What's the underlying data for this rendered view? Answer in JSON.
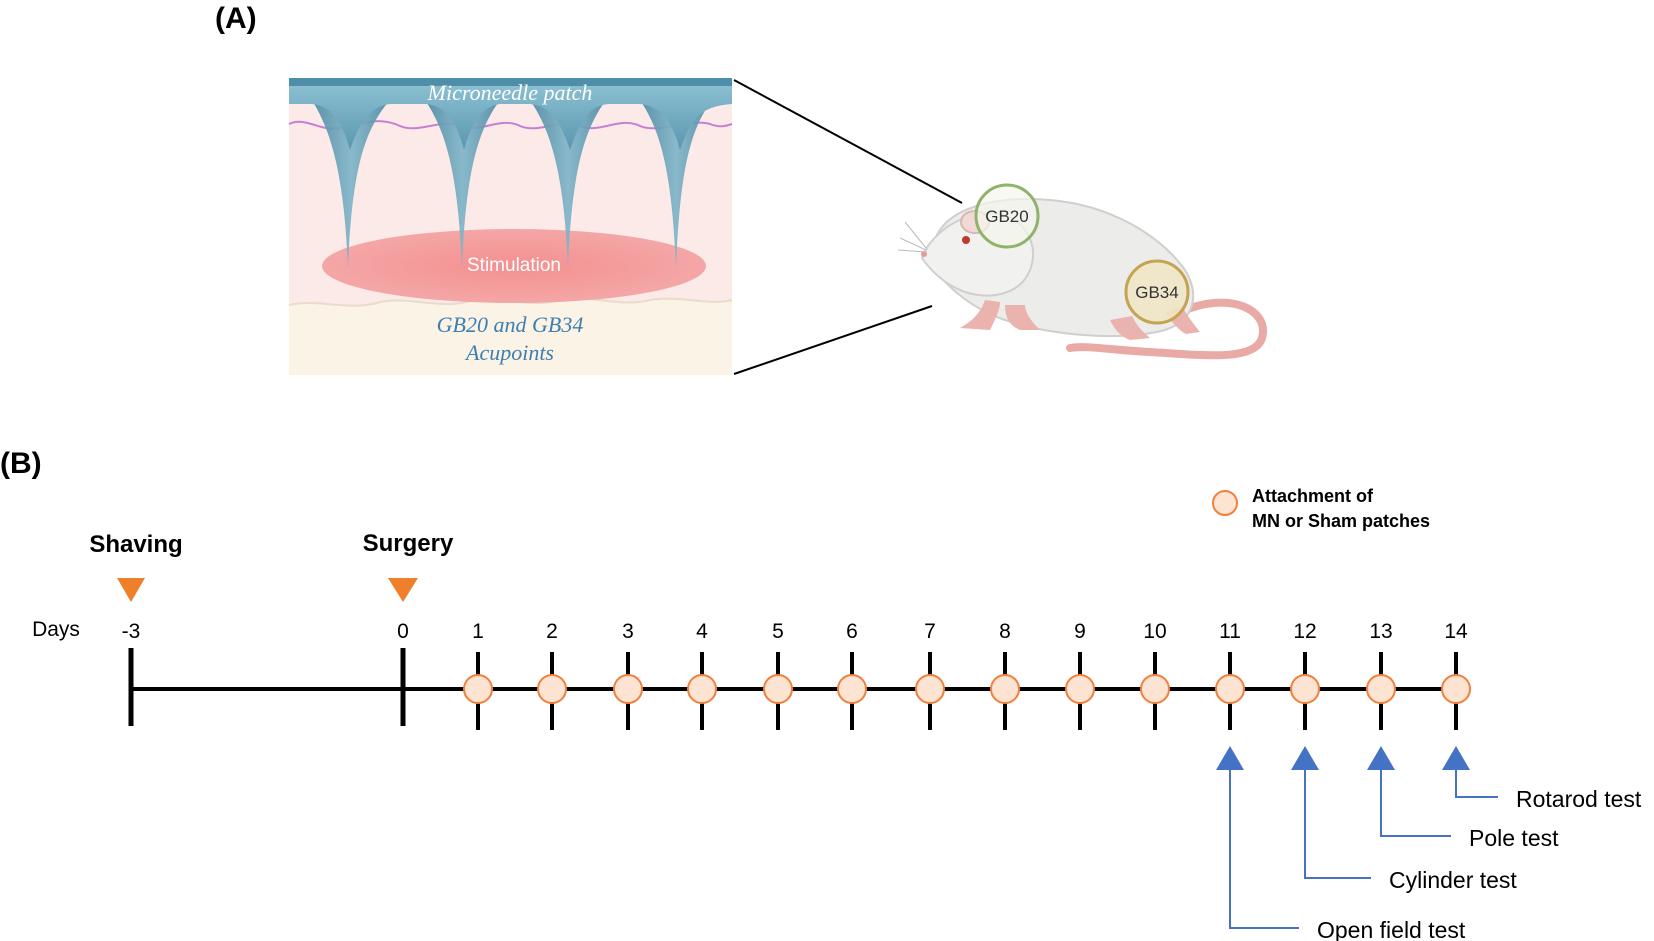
{
  "panel_a": {
    "label": "(A)",
    "patch_label": "Microneedle patch",
    "stimulation_label": "Stimulation",
    "acupoints_line1": "GB20 and GB34",
    "acupoints_line2": "Acupoints",
    "point_gb20": "GB20",
    "point_gb34": "GB34"
  },
  "panel_b": {
    "label": "(B)",
    "legend_line1": "Attachment of",
    "legend_line2": "MN or Sham patches",
    "days_label": "Days",
    "events": [
      {
        "label": "Shaving",
        "day": "-3"
      },
      {
        "label": "Surgery",
        "day": "0"
      }
    ],
    "days": [
      "-3",
      "0",
      "1",
      "2",
      "3",
      "4",
      "5",
      "6",
      "7",
      "8",
      "9",
      "10",
      "11",
      "12",
      "13",
      "14"
    ],
    "patch_days": [
      "1",
      "2",
      "3",
      "4",
      "5",
      "6",
      "7",
      "8",
      "9",
      "10",
      "11",
      "12",
      "13",
      "14"
    ],
    "tests": [
      {
        "label": "Open field test",
        "day": "11"
      },
      {
        "label": "Cylinder test",
        "day": "12"
      },
      {
        "label": "Pole test",
        "day": "13"
      },
      {
        "label": "Rotarod test",
        "day": "14"
      }
    ]
  },
  "colors": {
    "needle": "#5e9db6",
    "stimulation": "#f08f8f",
    "skin": "#fbe9e6",
    "orange_marker": "#f07f2c",
    "patch_circle_fill": "#fde3d2",
    "patch_circle_stroke": "#f0803c",
    "test_arrow": "#4472c4",
    "gb20_ring": "#8fb36a",
    "gb34_ring": "#c4a351"
  }
}
